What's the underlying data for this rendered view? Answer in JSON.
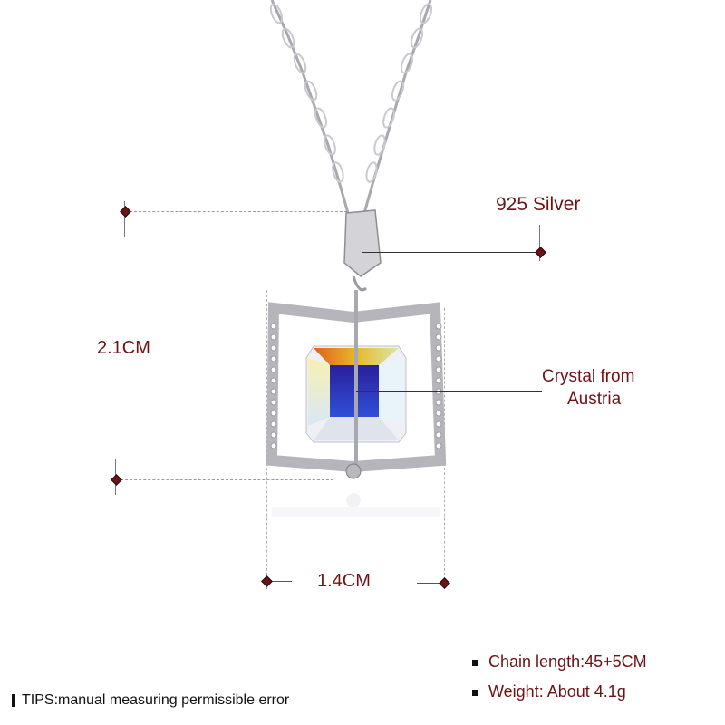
{
  "product": {
    "material_label": "925 Silver",
    "crystal_label_line1": "Crystal from",
    "crystal_label_line2": "Austria",
    "height_label": "2.1CM",
    "width_label": "1.4CM"
  },
  "specs": [
    {
      "text": "Chain length:45+5CM"
    },
    {
      "text": "Weight: About 4.1g"
    }
  ],
  "tips": "TIPS:manual measuring permissible error",
  "colors": {
    "label": "#6e1214",
    "dash": "#9a9a9a",
    "silver": "#c8c8cc",
    "crystal_blue": "#2a2fb0"
  }
}
